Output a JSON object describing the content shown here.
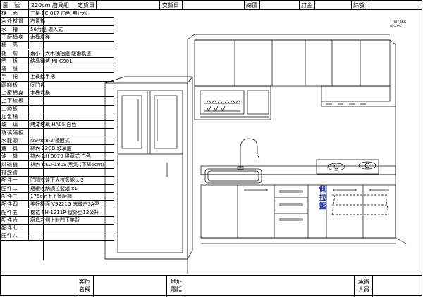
{
  "header": {
    "cells": [
      {
        "label": "圖　號",
        "value": "220cm 廚具組"
      },
      {
        "label": "定貨日",
        "value": ""
      },
      {
        "label": "交貨日",
        "value": ""
      },
      {
        "label": "總價",
        "value": ""
      },
      {
        "label": "訂金",
        "value": ""
      },
      {
        "label": "餘額",
        "value": ""
      }
    ]
  },
  "drawing_code": {
    "line1": "001968",
    "line2": "06-25-11"
  },
  "spec_rows": [
    {
      "label": "檯　面",
      "value": "三星 PC-817 白色 無止水"
    },
    {
      "label": "內外材質",
      "value": "右置摀"
    },
    {
      "label": "水　槽",
      "value": "56內徑 崁入式"
    },
    {
      "label": "下廚桶身",
      "value": "木桶炭鎂"
    },
    {
      "label": "桶　高",
      "value": ""
    },
    {
      "label": "抽　屜",
      "value": "兩小一大木抽抽組 緩衝軌道"
    },
    {
      "label": "門　板",
      "value": "結晶鋼烤 MJ-G901"
    },
    {
      "label": "墻　縫",
      "value": ""
    },
    {
      "label": "手　把",
      "value": "上長鋁手把"
    },
    {
      "label": "踢腳板",
      "value": "同門色"
    },
    {
      "label": "上廚桶身",
      "value": "木桶炭鎂"
    },
    {
      "label": "上下線板",
      "value": ""
    },
    {
      "label": "上飾板",
      "value": ""
    },
    {
      "label": "加色鍋",
      "value": ""
    },
    {
      "label": "玻　璃",
      "value": "烤漆玻璃 HA05 白色"
    },
    {
      "label": "玻璃隔板",
      "value": ""
    },
    {
      "label": "水龍頭",
      "value": "NS-488-2 檯面式"
    },
    {
      "label": "爐　具",
      "value": "林內 22GB 玻璃爐"
    },
    {
      "label": "油　機",
      "value": "林內 RH-8079 隱藏式 白色"
    },
    {
      "label": "烘碗機",
      "value": "林內 RKD-180S 黑氣 (下降5cm)"
    },
    {
      "label": "排煙管",
      "value": ""
    },
    {
      "label": "配件一",
      "value": "門閤式爐下大拉籃組 x 2"
    },
    {
      "label": "配件二",
      "value": "瓶罐收納鋼拉籃組 x1"
    },
    {
      "label": "配件三",
      "value": "175cm上下餐廚櫃"
    },
    {
      "label": "配件四",
      "value": "美好檯面 V9221G 末紋白3A型"
    },
    {
      "label": "配件五",
      "value": "櫻花 SH-1211R 屋外型12公升"
    },
    {
      "label": "配件六",
      "value": "廚具左側上封門下美背"
    },
    {
      "label": "配件七",
      "value": ""
    },
    {
      "label": "配件八",
      "value": ""
    }
  ],
  "footer": {
    "customer_label": "客戶名稱",
    "customer_value": "",
    "address_label": "地址電話",
    "address_value": "",
    "handler_label": "承辦人員",
    "handler_value": ""
  },
  "annotation": {
    "side_pull_label": "側拉籃"
  },
  "colors": {
    "line": "#000000",
    "annotation": "#2a3fa8"
  }
}
